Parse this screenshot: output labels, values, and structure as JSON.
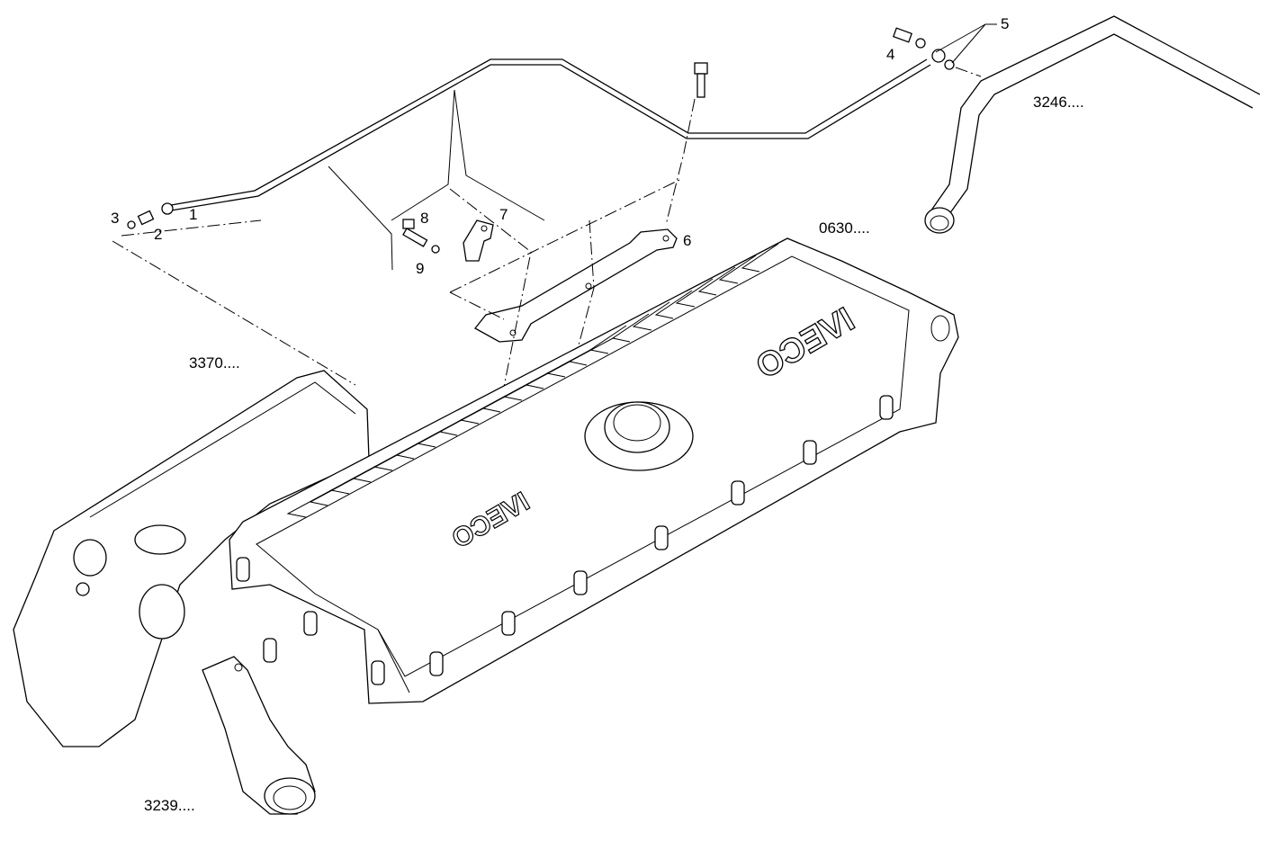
{
  "diagram": {
    "callouts": {
      "p1": "1",
      "p2": "2",
      "p3": "3",
      "p4": "4",
      "p5": "5",
      "p6": "6",
      "p7": "7",
      "p8": "8",
      "p9": "9"
    },
    "references": {
      "cover_group": "0630....",
      "pipe_group": "3246....",
      "head_group": "3370....",
      "manifold_group": "3239...."
    },
    "logo_text": "IVECO"
  }
}
